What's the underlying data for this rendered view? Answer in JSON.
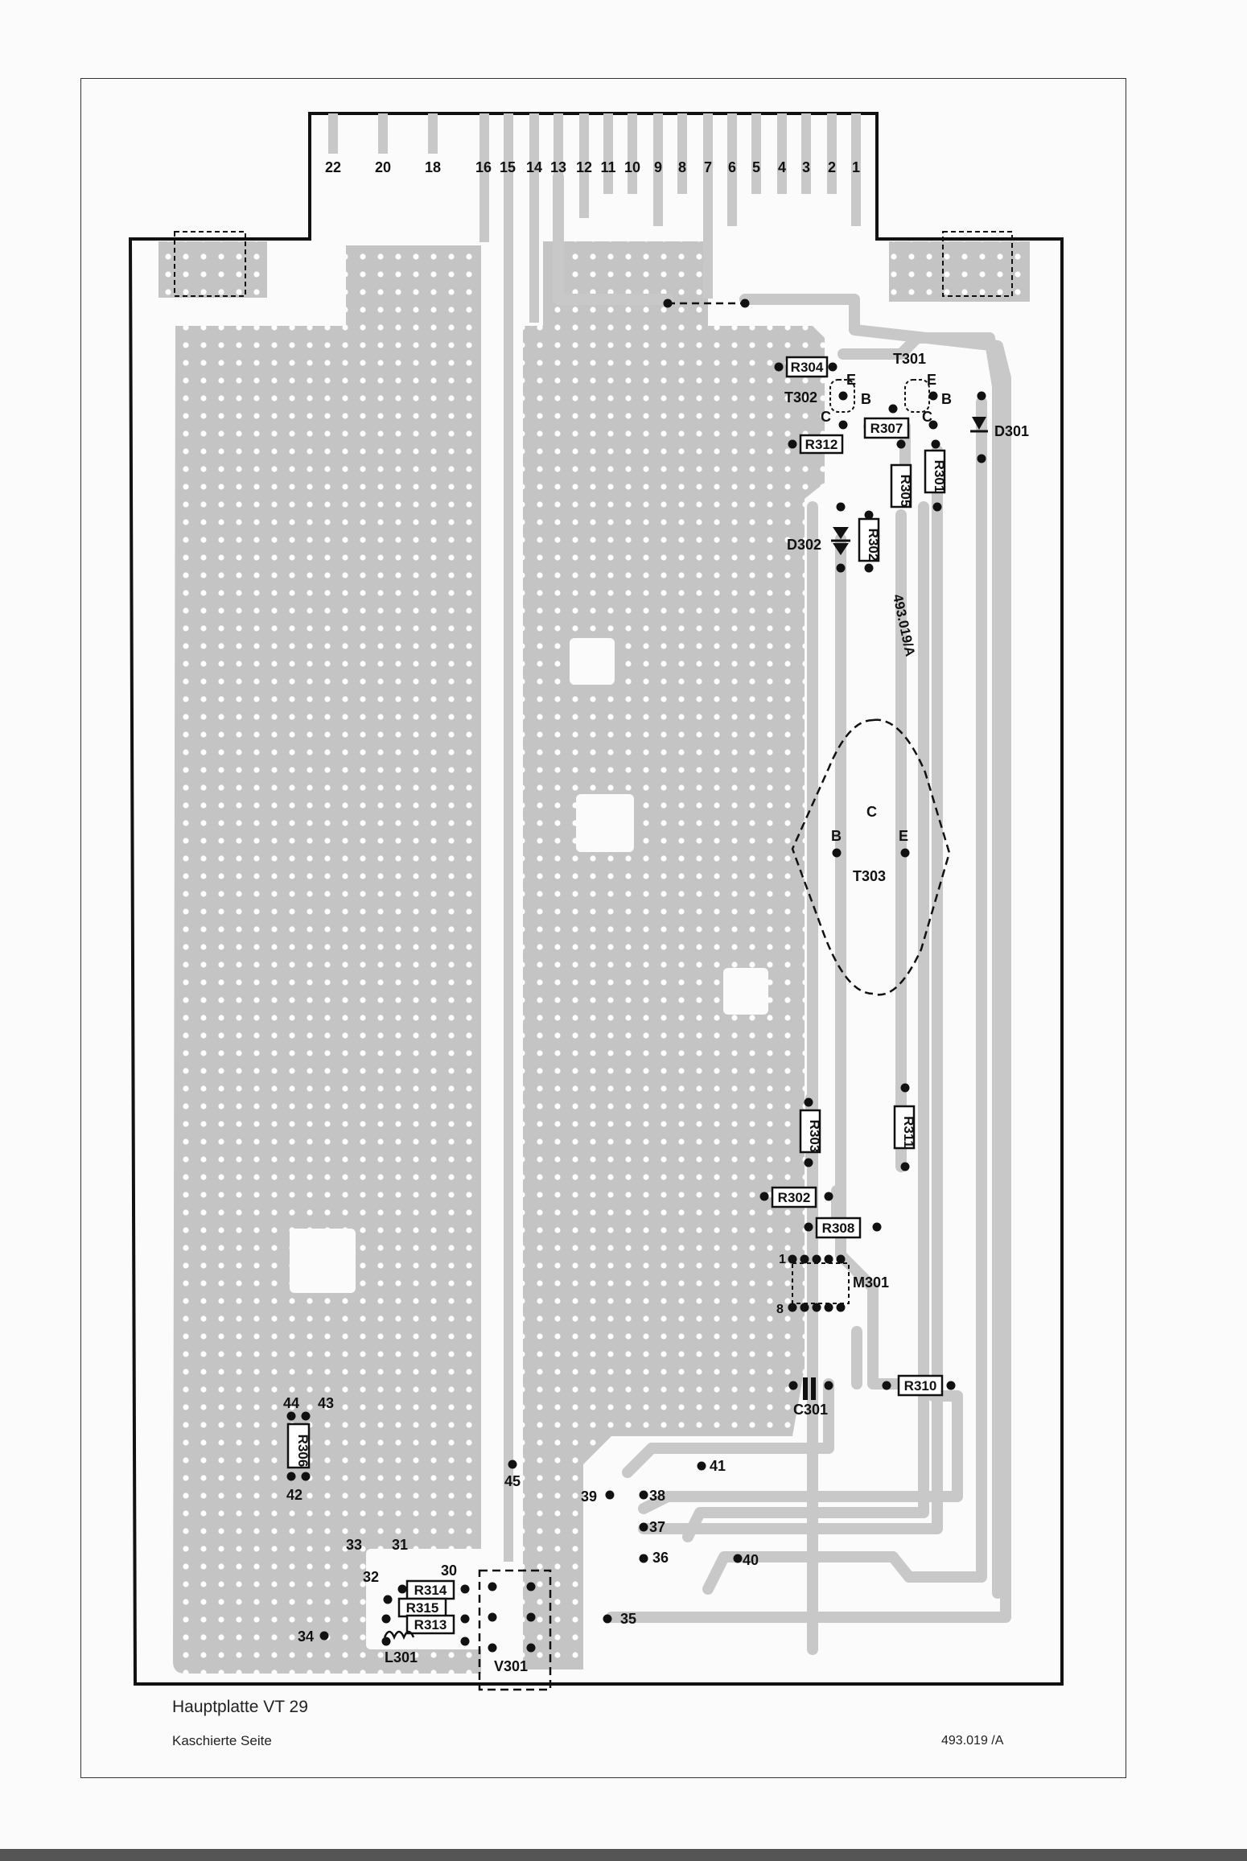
{
  "caption": {
    "title": "Hauptplatte  VT 29",
    "subtitle": "Kaschierte  Seite",
    "ref": "493.019 /A"
  },
  "board_ref": "493.019/A",
  "connector_pins": [
    "22",
    "20",
    "18",
    "16",
    "15",
    "14",
    "13",
    "12",
    "11",
    "10",
    "9",
    "8",
    "7",
    "6",
    "5",
    "4",
    "3",
    "2",
    "1"
  ],
  "components": {
    "r304": "R304",
    "t301": "T301",
    "t302": "T302",
    "r307": "R307",
    "d301": "D301",
    "r312": "R312",
    "r305": "R305",
    "r301": "R301",
    "d302": "D302",
    "r302a": "R302",
    "t303": "T303",
    "r303": "R303",
    "r311": "R311",
    "r302b": "R302",
    "r308": "R308",
    "m301": "M301",
    "c301": "C301",
    "r310": "R310",
    "r306": "R306",
    "r314": "R314",
    "r315": "R315",
    "r313": "R313",
    "l301": "L301",
    "v301": "V301"
  },
  "transistor_pins": {
    "e": "E",
    "b": "B",
    "c": "C"
  },
  "chip_pins": {
    "one": "1",
    "eight": "8"
  },
  "pads": [
    "30",
    "31",
    "32",
    "33",
    "34",
    "35",
    "36",
    "37",
    "38",
    "39",
    "40",
    "41",
    "42",
    "43",
    "44",
    "45"
  ],
  "colors": {
    "copper": "#c8c8c8",
    "ink": "#111111",
    "paper": "#fbfbfb"
  }
}
